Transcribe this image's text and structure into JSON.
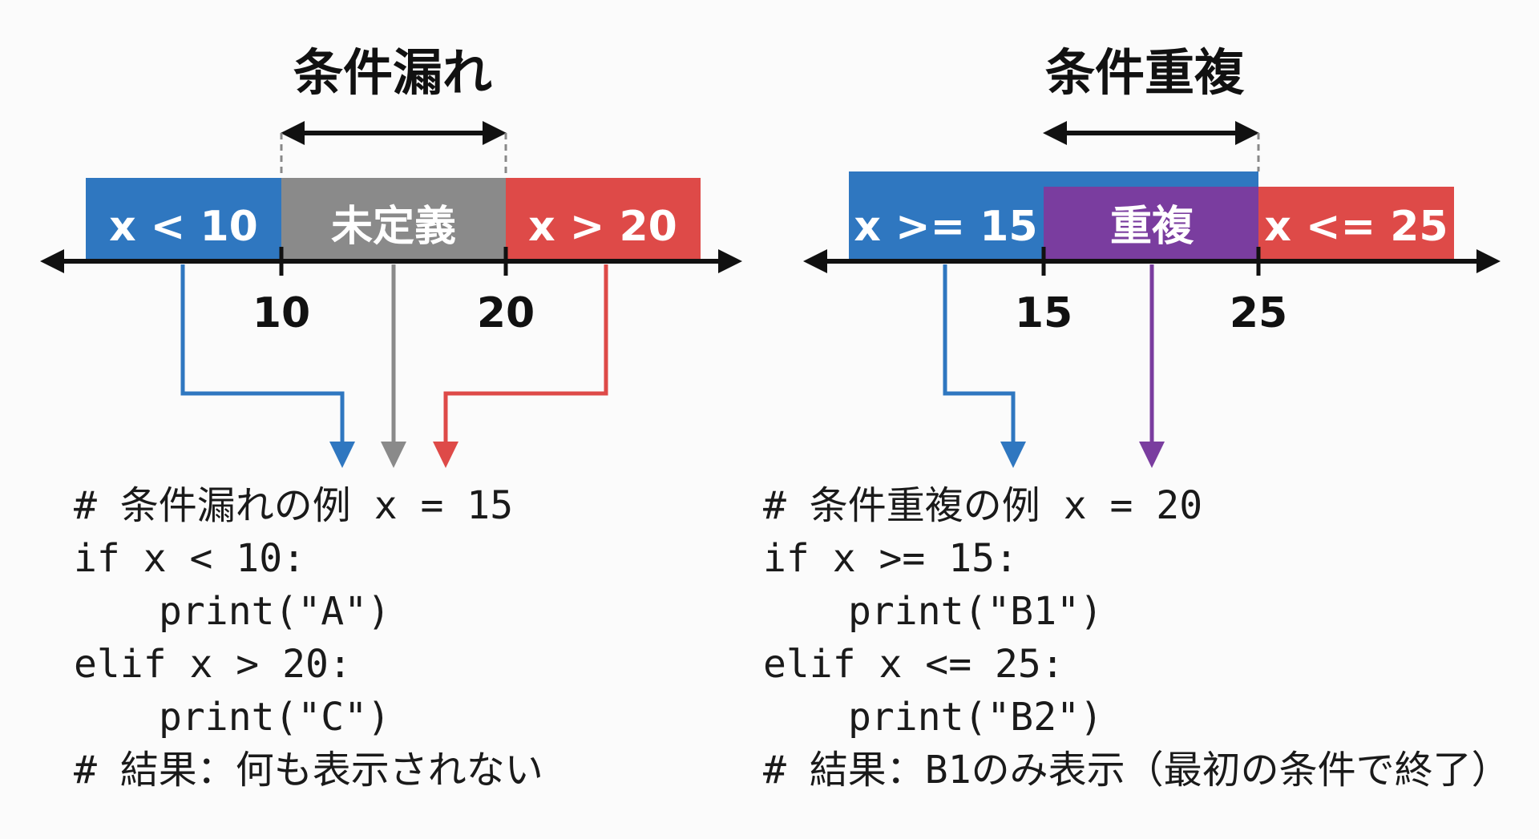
{
  "colors": {
    "blue": "#2f77c0",
    "gray": "#8a8a8a",
    "red": "#de4a48",
    "purple": "#7a3d9f",
    "axis": "#111111"
  },
  "left": {
    "title": "条件漏れ",
    "segments": [
      {
        "label": "x < 10",
        "color": "blue"
      },
      {
        "label": "未定義",
        "color": "gray"
      },
      {
        "label": "x > 20",
        "color": "red"
      }
    ],
    "ticks": [
      "10",
      "20"
    ],
    "code": [
      {
        "text": "# 条件漏れの例 x = 15",
        "indent": false
      },
      {
        "text": "if x < 10:",
        "indent": false
      },
      {
        "text": "print(\"A\")",
        "indent": true
      },
      {
        "text": "elif x > 20:",
        "indent": false
      },
      {
        "text": "print(\"C\")",
        "indent": true
      },
      {
        "text": "# 結果：何も表示されない",
        "indent": false
      }
    ]
  },
  "right": {
    "title": "条件重複",
    "segments": [
      {
        "label": "x >= 15",
        "color": "blue"
      },
      {
        "label": "重複",
        "color": "purple"
      },
      {
        "label": "x <= 25",
        "color": "red"
      }
    ],
    "ticks": [
      "15",
      "25"
    ],
    "code": [
      {
        "text": "# 条件重複の例 x = 20",
        "indent": false
      },
      {
        "text": "if x >= 15:",
        "indent": false
      },
      {
        "text": "print(\"B1\")",
        "indent": true
      },
      {
        "text": "elif x <= 25:",
        "indent": false
      },
      {
        "text": "print(\"B2\")",
        "indent": true
      },
      {
        "text": "# 結果：B1のみ表示（最初の条件で終了）",
        "indent": false
      }
    ]
  }
}
